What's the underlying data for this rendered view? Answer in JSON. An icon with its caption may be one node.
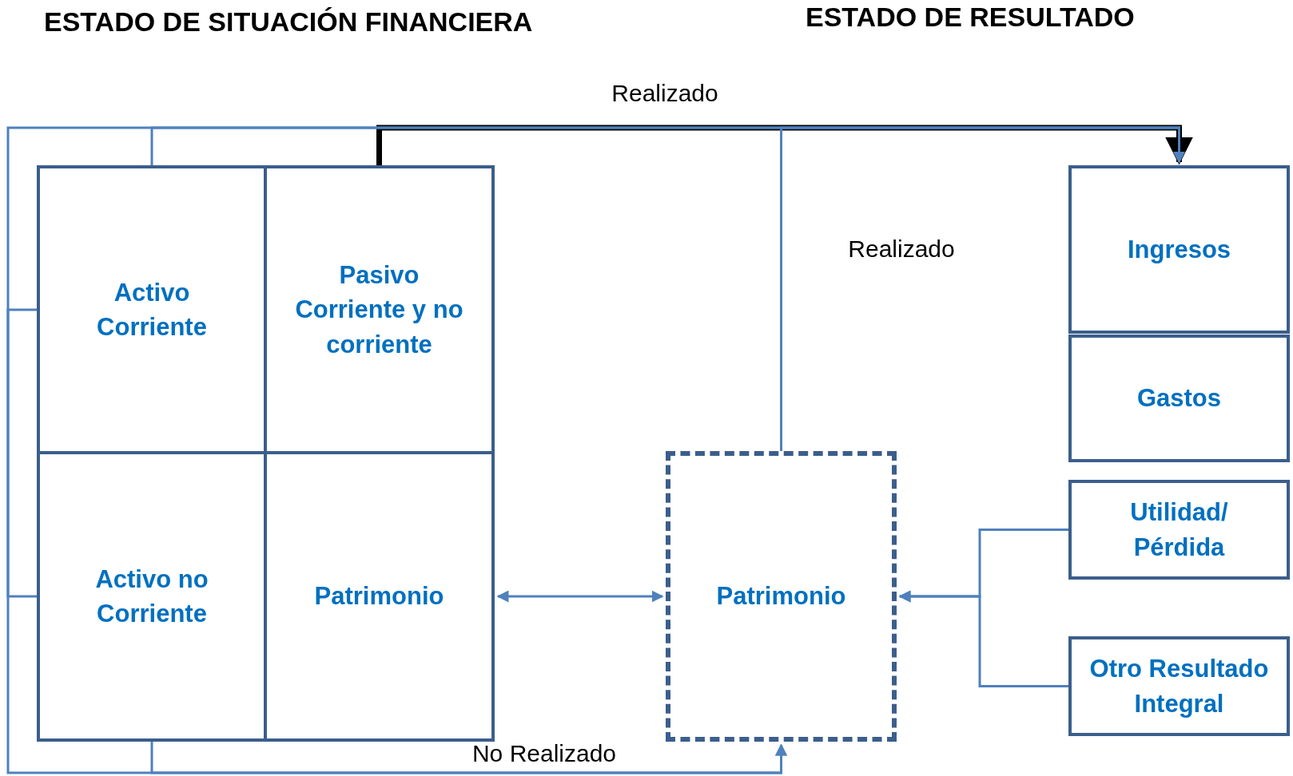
{
  "diagram": {
    "title": "ESTADO DE SITUACIÓN FINANCIERA",
    "nodes": [
      {
        "text": [
          "Activo Corriente"
        ]
      },
      {
        "text": [
          "Pasivo Corriente y no corriente"
        ]
      },
      {
        "text": [
          "Activo no Corriente"
        ]
      },
      {
        "text": [
          "Patrimonio"
        ]
      },
      {
        "text": [
          "Patrimonio"
        ]
      },
      {
        "text": [
          "Ingresos"
        ]
      },
      {
        "text": [
          "Gastos"
        ]
      },
      {
        "text": [
          "Utilidad/ Pérdida"
        ]
      },
      {
        "text": [
          "Otro Resultado Integral"
        ]
      }
    ],
    "edges": [
      {
        "from": 1,
        "to": 5,
        "arrow": "to",
        "label": "Realizado",
        "style": "thick",
        "color": "#000000"
      },
      {
        "from": 0,
        "to": 5,
        "arrow": "to"
      },
      {
        "from": 2,
        "to": 5,
        "arrow": "to"
      },
      {
        "from": 4,
        "to": 5,
        "arrow": "to",
        "label": "Realizado"
      },
      {
        "from": 3,
        "to": 4,
        "arrow": "both"
      },
      {
        "from": 7,
        "to": 4,
        "arrow": "to"
      },
      {
        "from": 8,
        "to": 4,
        "arrow": "to"
      },
      {
        "from": 2,
        "to": 4,
        "arrow": "to",
        "label": "No Realizado"
      },
      {
        "from": 0,
        "to": 4,
        "arrow": "to"
      }
    ],
    "labels": [
      "ESTADO DE RESULTADO"
    ]
  }
}
